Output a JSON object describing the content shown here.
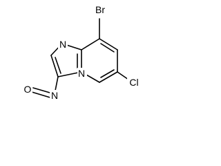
{
  "molecule": {
    "atoms": {
      "br": "Br",
      "cl": "Cl",
      "n_imidazole": "N",
      "n_bridgehead": "N",
      "n_nitroso": "N",
      "o_nitroso": "O"
    }
  },
  "colors": {
    "bond": "#000000",
    "label": "#000000",
    "background": "#ffffff"
  }
}
